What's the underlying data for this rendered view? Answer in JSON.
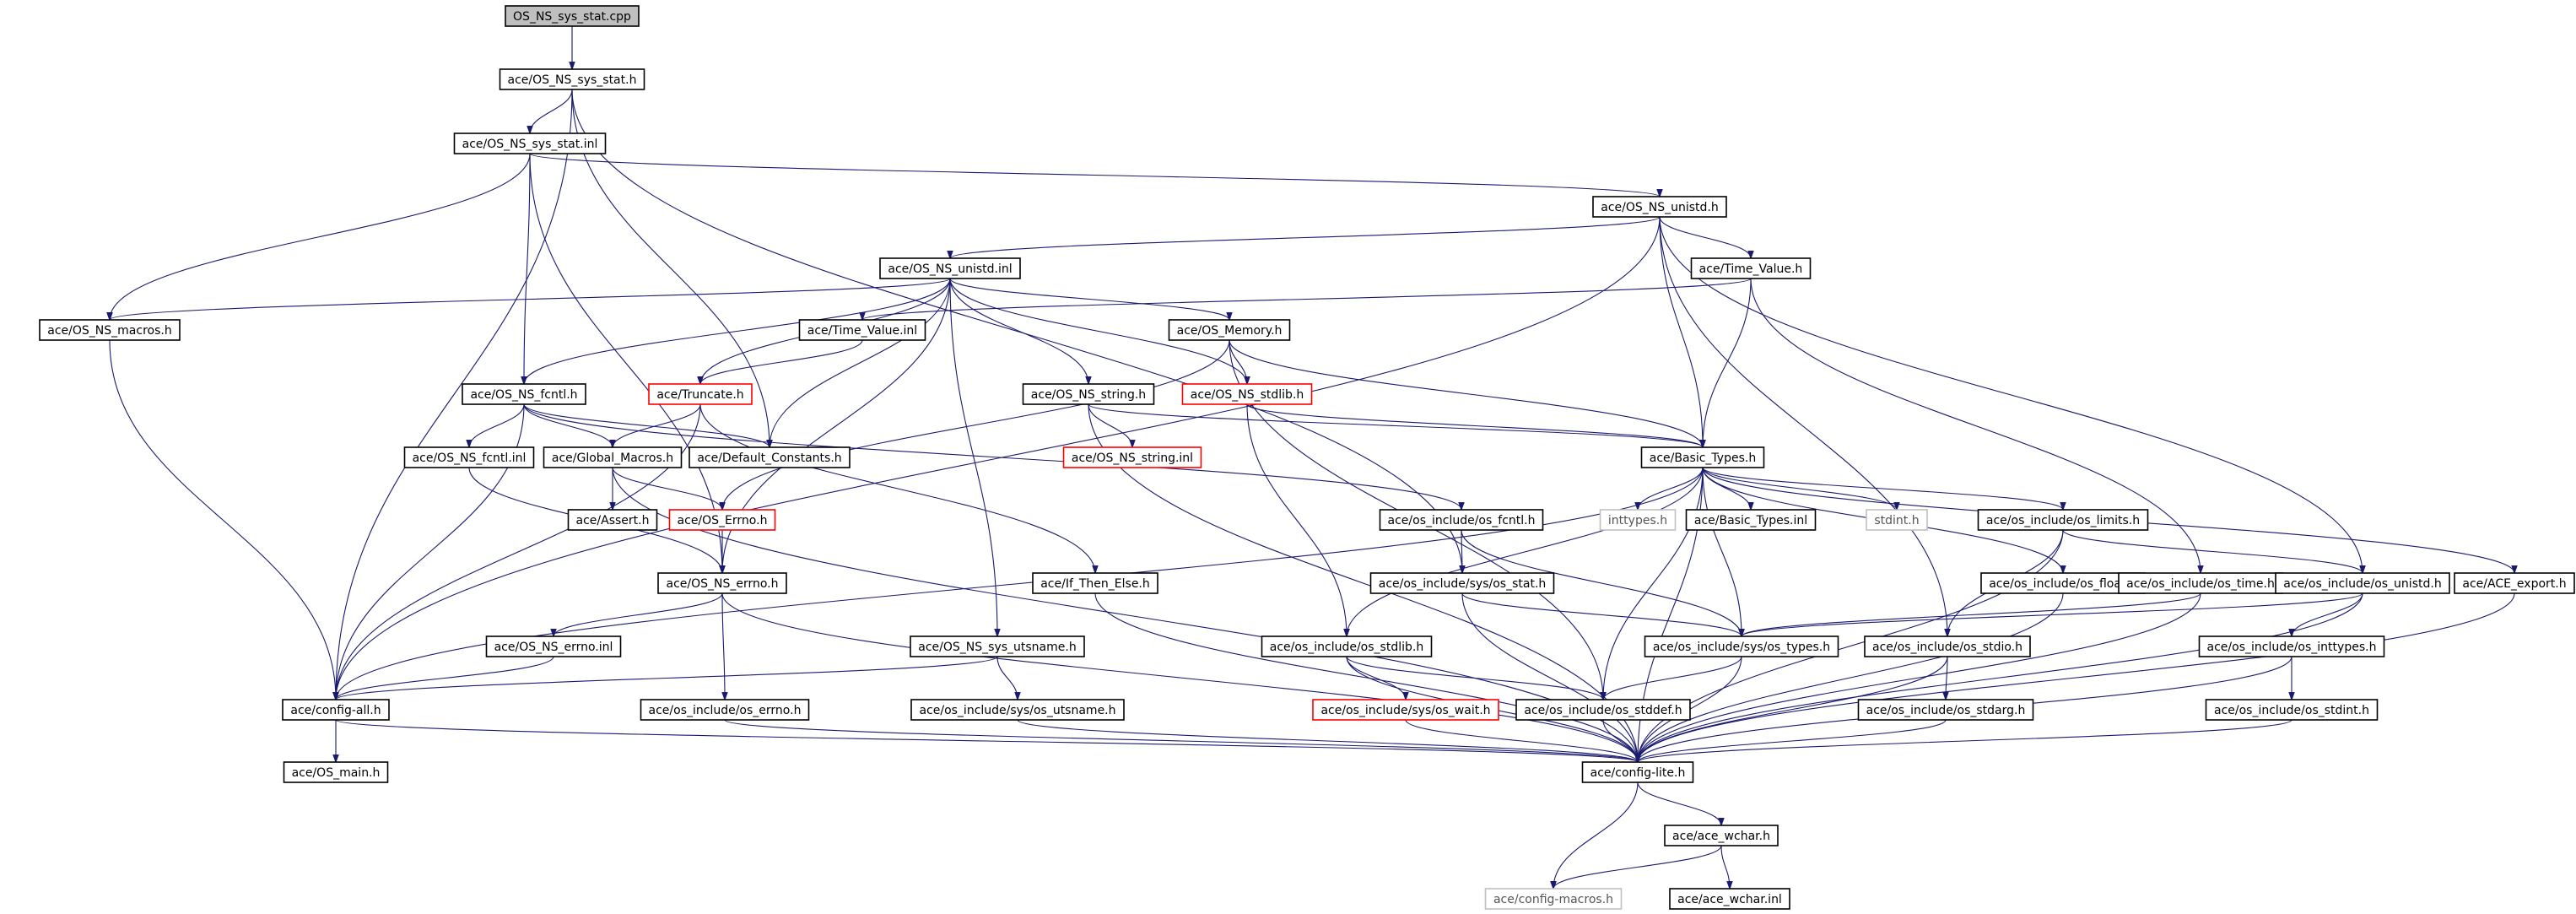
{
  "title": "OS_NS_sys_stat.cpp",
  "colors": {
    "edge": "#191970",
    "node_border": "#000000",
    "root_fill": "#bfbfbf",
    "incomplete_border": "#ff0000",
    "external_border": "#bfbfbf",
    "external_text": "#555555"
  },
  "nodes": [
    {
      "id": "n1",
      "label": "OS_NS_sys_stat.cpp",
      "style": "root"
    },
    {
      "id": "n2",
      "label": "ace/OS_NS_sys_stat.h",
      "style": "normal"
    },
    {
      "id": "n3",
      "label": "ace/OS_NS_sys_stat.inl",
      "style": "normal"
    },
    {
      "id": "n4",
      "label": "ace/OS_NS_unistd.h",
      "style": "normal"
    },
    {
      "id": "n5",
      "label": "ace/OS_NS_unistd.inl",
      "style": "normal"
    },
    {
      "id": "n6",
      "label": "ace/Time_Value.h",
      "style": "normal"
    },
    {
      "id": "n7",
      "label": "ace/OS_NS_macros.h",
      "style": "normal"
    },
    {
      "id": "n8",
      "label": "ace/Time_Value.inl",
      "style": "normal"
    },
    {
      "id": "n9",
      "label": "ace/OS_Memory.h",
      "style": "normal"
    },
    {
      "id": "n10",
      "label": "ace/OS_NS_fcntl.h",
      "style": "normal"
    },
    {
      "id": "n11",
      "label": "ace/Truncate.h",
      "style": "incomplete"
    },
    {
      "id": "n12",
      "label": "ace/OS_NS_string.h",
      "style": "normal"
    },
    {
      "id": "n13",
      "label": "ace/OS_NS_stdlib.h",
      "style": "incomplete"
    },
    {
      "id": "n14",
      "label": "ace/OS_NS_fcntl.inl",
      "style": "normal"
    },
    {
      "id": "n15",
      "label": "ace/Global_Macros.h",
      "style": "normal"
    },
    {
      "id": "n16",
      "label": "ace/Default_Constants.h",
      "style": "normal"
    },
    {
      "id": "n17",
      "label": "ace/OS_NS_string.inl",
      "style": "incomplete"
    },
    {
      "id": "n18",
      "label": "ace/Basic_Types.h",
      "style": "normal"
    },
    {
      "id": "n19",
      "label": "ace/Assert.h",
      "style": "normal"
    },
    {
      "id": "n20",
      "label": "ace/OS_Errno.h",
      "style": "incomplete"
    },
    {
      "id": "n21",
      "label": "ace/os_include/os_fcntl.h",
      "style": "normal"
    },
    {
      "id": "n22",
      "label": "inttypes.h",
      "style": "external"
    },
    {
      "id": "n23",
      "label": "ace/Basic_Types.inl",
      "style": "normal"
    },
    {
      "id": "n24",
      "label": "stdint.h",
      "style": "external"
    },
    {
      "id": "n25",
      "label": "ace/os_include/os_limits.h",
      "style": "normal"
    },
    {
      "id": "n26",
      "label": "ace/OS_NS_errno.h",
      "style": "normal"
    },
    {
      "id": "n27",
      "label": "ace/If_Then_Else.h",
      "style": "normal"
    },
    {
      "id": "n28",
      "label": "ace/os_include/sys/os_stat.h",
      "style": "normal"
    },
    {
      "id": "n29",
      "label": "ace/os_include/os_float.h",
      "style": "normal"
    },
    {
      "id": "n30",
      "label": "ace/os_include/os_time.h",
      "style": "normal"
    },
    {
      "id": "n31",
      "label": "ace/os_include/os_unistd.h",
      "style": "normal"
    },
    {
      "id": "n32",
      "label": "ace/ACE_export.h",
      "style": "normal"
    },
    {
      "id": "n33",
      "label": "ace/OS_NS_errno.inl",
      "style": "normal"
    },
    {
      "id": "n34",
      "label": "ace/OS_NS_sys_utsname.h",
      "style": "normal"
    },
    {
      "id": "n35",
      "label": "ace/os_include/os_stdlib.h",
      "style": "normal"
    },
    {
      "id": "n36",
      "label": "ace/os_include/sys/os_types.h",
      "style": "normal"
    },
    {
      "id": "n37",
      "label": "ace/os_include/os_stdio.h",
      "style": "normal"
    },
    {
      "id": "n38",
      "label": "ace/os_include/os_inttypes.h",
      "style": "normal"
    },
    {
      "id": "n39",
      "label": "ace/config-all.h",
      "style": "normal"
    },
    {
      "id": "n40",
      "label": "ace/os_include/os_errno.h",
      "style": "normal"
    },
    {
      "id": "n41",
      "label": "ace/os_include/sys/os_utsname.h",
      "style": "normal"
    },
    {
      "id": "n42",
      "label": "ace/os_include/sys/os_wait.h",
      "style": "incomplete"
    },
    {
      "id": "n43",
      "label": "ace/os_include/os_stddef.h",
      "style": "normal"
    },
    {
      "id": "n44",
      "label": "ace/os_include/os_stdarg.h",
      "style": "normal"
    },
    {
      "id": "n45",
      "label": "ace/os_include/os_stdint.h",
      "style": "normal"
    },
    {
      "id": "n46",
      "label": "ace/OS_main.h",
      "style": "normal"
    },
    {
      "id": "n47",
      "label": "ace/config-lite.h",
      "style": "normal"
    },
    {
      "id": "n48",
      "label": "ace/ace_wchar.h",
      "style": "normal"
    },
    {
      "id": "n49",
      "label": "ace/config-macros.h",
      "style": "external"
    },
    {
      "id": "n50",
      "label": "ace/ace_wchar.inl",
      "style": "normal"
    }
  ],
  "edges": [
    [
      "n1",
      "n2"
    ],
    [
      "n2",
      "n3"
    ],
    [
      "n2",
      "n39"
    ],
    [
      "n2",
      "n16"
    ],
    [
      "n2",
      "n28"
    ],
    [
      "n3",
      "n4"
    ],
    [
      "n3",
      "n10"
    ],
    [
      "n3",
      "n26"
    ],
    [
      "n3",
      "n7"
    ],
    [
      "n4",
      "n5"
    ],
    [
      "n4",
      "n6"
    ],
    [
      "n4",
      "n18"
    ],
    [
      "n4",
      "n31"
    ],
    [
      "n4",
      "n39"
    ],
    [
      "n4",
      "n37"
    ],
    [
      "n5",
      "n9"
    ],
    [
      "n5",
      "n10"
    ],
    [
      "n5",
      "n11"
    ],
    [
      "n5",
      "n12"
    ],
    [
      "n5",
      "n13"
    ],
    [
      "n5",
      "n26"
    ],
    [
      "n5",
      "n34"
    ],
    [
      "n5",
      "n16"
    ],
    [
      "n5",
      "n7"
    ],
    [
      "n6",
      "n8"
    ],
    [
      "n6",
      "n18"
    ],
    [
      "n6",
      "n30"
    ],
    [
      "n7",
      "n39"
    ],
    [
      "n8",
      "n11"
    ],
    [
      "n9",
      "n20"
    ],
    [
      "n9",
      "n18"
    ],
    [
      "n9",
      "n43"
    ],
    [
      "n9",
      "n13"
    ],
    [
      "n10",
      "n14"
    ],
    [
      "n10",
      "n15"
    ],
    [
      "n10",
      "n16"
    ],
    [
      "n10",
      "n21"
    ],
    [
      "n10",
      "n39"
    ],
    [
      "n11",
      "n15"
    ],
    [
      "n11",
      "n27"
    ],
    [
      "n11",
      "n39"
    ],
    [
      "n12",
      "n17"
    ],
    [
      "n12",
      "n18"
    ],
    [
      "n12",
      "n47"
    ],
    [
      "n13",
      "n18"
    ],
    [
      "n13",
      "n35"
    ],
    [
      "n14",
      "n26"
    ],
    [
      "n15",
      "n19"
    ],
    [
      "n15",
      "n20"
    ],
    [
      "n15",
      "n47"
    ],
    [
      "n18",
      "n22"
    ],
    [
      "n18",
      "n23"
    ],
    [
      "n18",
      "n24"
    ],
    [
      "n18",
      "n25"
    ],
    [
      "n18",
      "n32"
    ],
    [
      "n18",
      "n47"
    ],
    [
      "n18",
      "n43"
    ],
    [
      "n18",
      "n36"
    ],
    [
      "n18",
      "n35"
    ],
    [
      "n18",
      "n29"
    ],
    [
      "n18",
      "n39"
    ],
    [
      "n20",
      "n26"
    ],
    [
      "n21",
      "n28"
    ],
    [
      "n21",
      "n36"
    ],
    [
      "n25",
      "n31"
    ],
    [
      "n25",
      "n47"
    ],
    [
      "n25",
      "n37"
    ],
    [
      "n26",
      "n33"
    ],
    [
      "n26",
      "n40"
    ],
    [
      "n26",
      "n47"
    ],
    [
      "n27",
      "n47"
    ],
    [
      "n28",
      "n36"
    ],
    [
      "n28",
      "n47"
    ],
    [
      "n29",
      "n47"
    ],
    [
      "n30",
      "n36"
    ],
    [
      "n30",
      "n47"
    ],
    [
      "n31",
      "n36"
    ],
    [
      "n31",
      "n38"
    ],
    [
      "n31",
      "n47"
    ],
    [
      "n32",
      "n47"
    ],
    [
      "n33",
      "n39"
    ],
    [
      "n34",
      "n39"
    ],
    [
      "n34",
      "n41"
    ],
    [
      "n35",
      "n42"
    ],
    [
      "n35",
      "n43"
    ],
    [
      "n35",
      "n47"
    ],
    [
      "n36",
      "n43"
    ],
    [
      "n36",
      "n47"
    ],
    [
      "n37",
      "n44"
    ],
    [
      "n37",
      "n47"
    ],
    [
      "n38",
      "n45"
    ],
    [
      "n38",
      "n47"
    ],
    [
      "n39",
      "n46"
    ],
    [
      "n39",
      "n47"
    ],
    [
      "n40",
      "n47"
    ],
    [
      "n41",
      "n47"
    ],
    [
      "n42",
      "n47"
    ],
    [
      "n43",
      "n47"
    ],
    [
      "n44",
      "n47"
    ],
    [
      "n45",
      "n47"
    ],
    [
      "n47",
      "n48"
    ],
    [
      "n47",
      "n49"
    ],
    [
      "n48",
      "n49"
    ],
    [
      "n48",
      "n50"
    ]
  ]
}
